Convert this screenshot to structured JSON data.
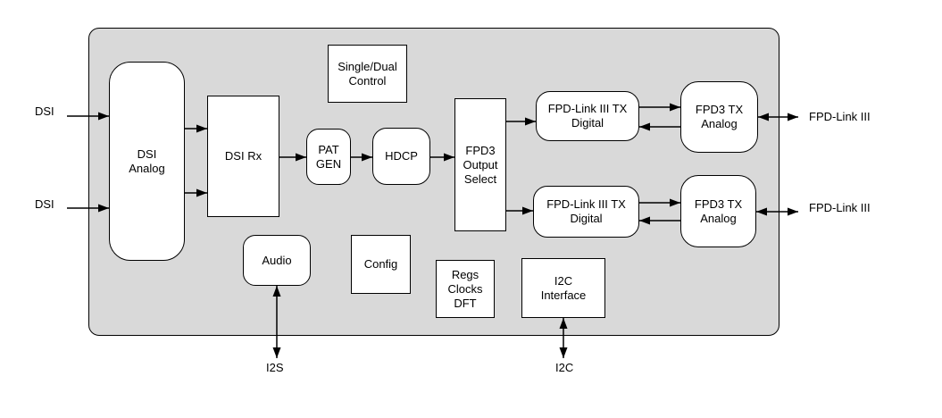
{
  "diagram": {
    "colors": {
      "chip_fill": "#d9d9d9",
      "block_fill": "#ffffff",
      "line_color": "#000000"
    },
    "blocks": {
      "dsi_analog": {
        "label": "DSI\nAnalog"
      },
      "dsi_rx": {
        "label": "DSI Rx"
      },
      "single_dual_control": {
        "label": "Single/Dual\nControl"
      },
      "pat_gen": {
        "label": "PAT\nGEN"
      },
      "hdcp": {
        "label": "HDCP"
      },
      "fpd3_output_select": {
        "label": "FPD3\nOutput\nSelect"
      },
      "fpd_link_tx_digital_1": {
        "label": "FPD-Link III TX\nDigital"
      },
      "fpd3_tx_analog_1": {
        "label": "FPD3 TX\nAnalog"
      },
      "fpd_link_tx_digital_2": {
        "label": "FPD-Link III TX\nDigital"
      },
      "fpd3_tx_analog_2": {
        "label": "FPD3 TX\nAnalog"
      },
      "audio": {
        "label": "Audio"
      },
      "config": {
        "label": "Config"
      },
      "regs_clocks_dft": {
        "label": "Regs\nClocks\nDFT"
      },
      "i2c_interface": {
        "label": "I2C\nInterface"
      }
    },
    "external_labels": {
      "dsi_in_1": "DSI",
      "dsi_in_2": "DSI",
      "fpd_link_out_1": "FPD-Link III",
      "fpd_link_out_2": "FPD-Link III",
      "i2s": "I2S",
      "i2c": "I2C"
    }
  }
}
